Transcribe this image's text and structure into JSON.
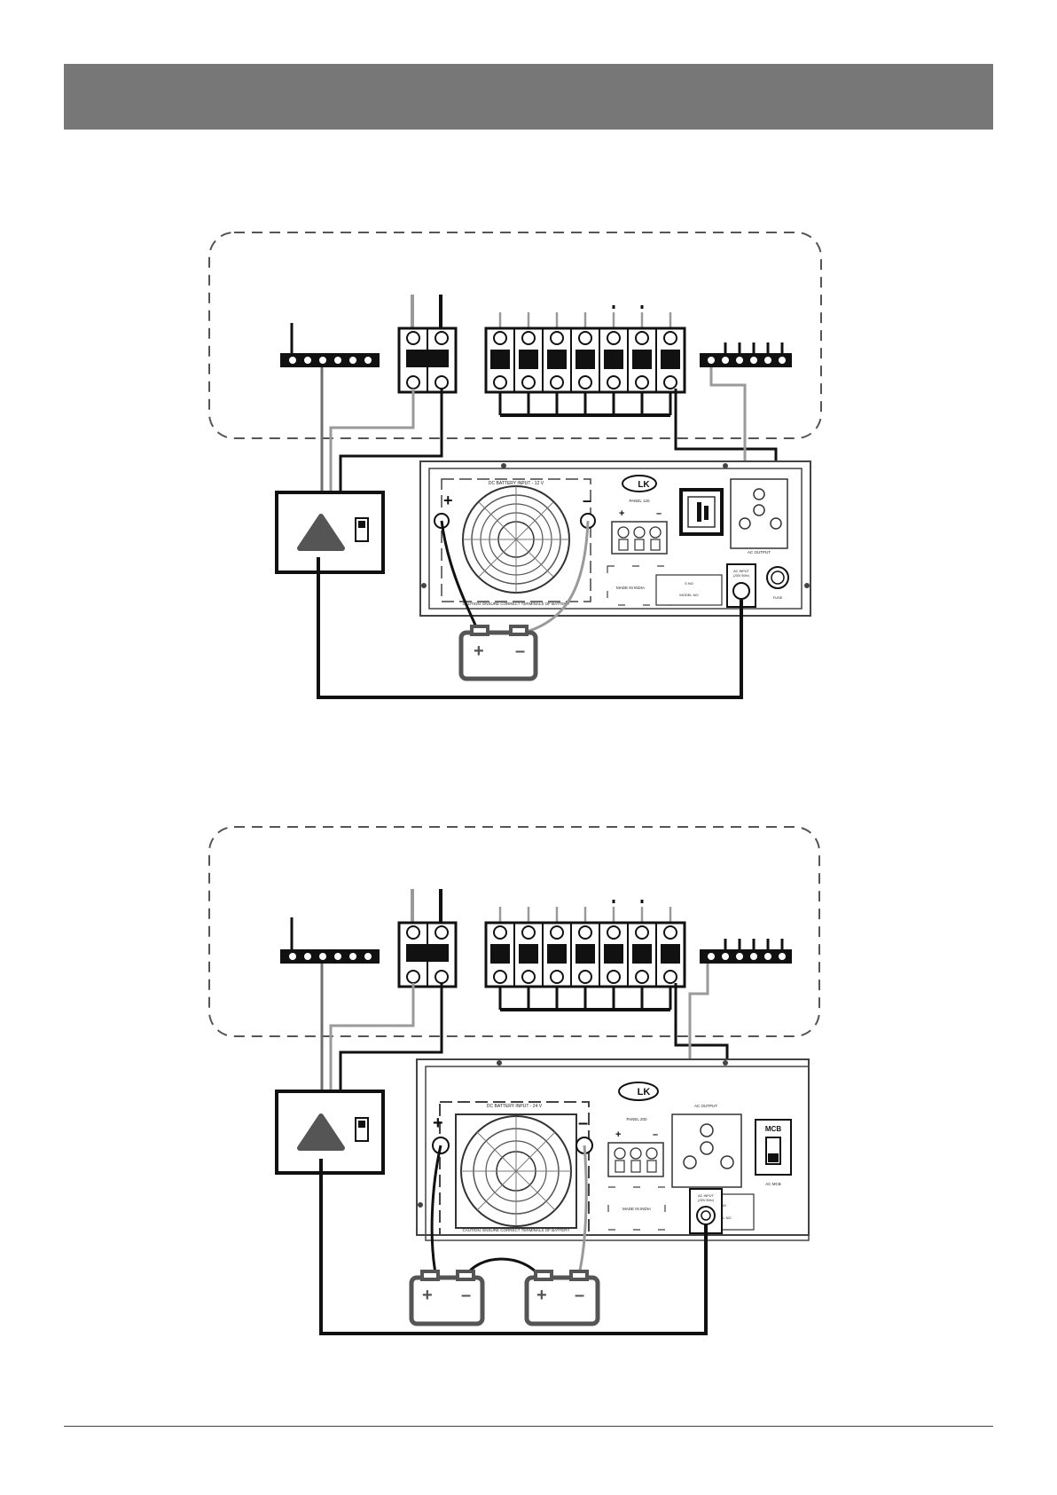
{
  "colors": {
    "header": "#777777",
    "line_black": "#111111",
    "line_grey": "#9a9a9a",
    "line_mid": "#6e6e6e",
    "panel_outline": "#444444"
  },
  "diagrams": [
    {
      "battery_label": "DC BATTERY INPUT - 12 V",
      "brand": "LK",
      "panel_label": "PANEL 120",
      "made_in": "MADE IN INDIA",
      "caution": "CAUTION: ENSURE CORRECT TERMINALS OF BATTERY",
      "output_label": "AC OUTPUT",
      "input_label": "AC INPUT",
      "input_sub": "(230V 50Hz)",
      "fuse_label": "FUSE",
      "serial_label": "S NO",
      "model_label": "MODEL NO",
      "batteries": 1
    },
    {
      "battery_label": "DC BATTERY INPUT - 24 V",
      "brand": "LK",
      "panel_label": "PANEL 200",
      "made_in": "MADE IN INDIA",
      "caution": "CAUTION: ENSURE CORRECT TERMINALS OF BATTERY",
      "output_label": "AC OUTPUT",
      "input_label": "AC INPUT",
      "input_sub": "(230V 50Hz)",
      "mcb_label": "MCB",
      "mcb_caption": "AC MCB",
      "serial_label": "S NO",
      "model_label": "MODEL NO",
      "batteries": 2
    }
  ]
}
